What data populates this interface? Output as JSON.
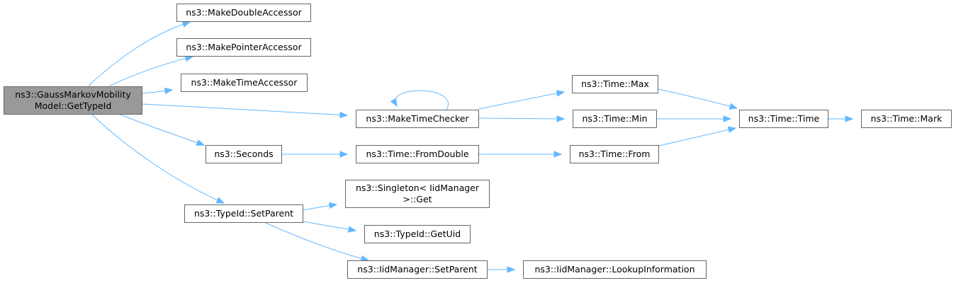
{
  "nodes": [
    {
      "id": "root",
      "label": "ns3::GaussMarkovMobility\nModel::GetTypeId",
      "root": true
    },
    {
      "id": "makeDouble",
      "label": "ns3::MakeDoubleAccessor"
    },
    {
      "id": "makePointer",
      "label": "ns3::MakePointerAccessor"
    },
    {
      "id": "makeTime",
      "label": "ns3::MakeTimeAccessor"
    },
    {
      "id": "makeTimeChecker",
      "label": "ns3::MakeTimeChecker"
    },
    {
      "id": "seconds",
      "label": "ns3::Seconds"
    },
    {
      "id": "setParentT",
      "label": "ns3::TypeId::SetParent"
    },
    {
      "id": "timeMax",
      "label": "ns3::Time::Max"
    },
    {
      "id": "timeMin",
      "label": "ns3::Time::Min"
    },
    {
      "id": "fromDouble",
      "label": "ns3::Time::FromDouble"
    },
    {
      "id": "timeFrom",
      "label": "ns3::Time::From"
    },
    {
      "id": "timeTime",
      "label": "ns3::Time::Time"
    },
    {
      "id": "timeMark",
      "label": "ns3::Time::Mark"
    },
    {
      "id": "singletonGet",
      "label": "ns3::Singleton< IidManager\n>::Get"
    },
    {
      "id": "getUid",
      "label": "ns3::TypeId::GetUid"
    },
    {
      "id": "iidSetParent",
      "label": "ns3::IidManager::SetParent"
    },
    {
      "id": "lookupInfo",
      "label": "ns3::IidManager::LookupInformation"
    }
  ],
  "edges": [
    [
      "root",
      "makeDouble"
    ],
    [
      "root",
      "makePointer"
    ],
    [
      "root",
      "makeTime"
    ],
    [
      "root",
      "makeTimeChecker"
    ],
    [
      "root",
      "seconds"
    ],
    [
      "root",
      "setParentT"
    ],
    [
      "makeTimeChecker",
      "makeTimeChecker"
    ],
    [
      "makeTimeChecker",
      "timeMax"
    ],
    [
      "makeTimeChecker",
      "timeMin"
    ],
    [
      "seconds",
      "fromDouble"
    ],
    [
      "fromDouble",
      "timeFrom"
    ],
    [
      "timeMax",
      "timeTime"
    ],
    [
      "timeMin",
      "timeTime"
    ],
    [
      "timeFrom",
      "timeTime"
    ],
    [
      "timeTime",
      "timeMark"
    ],
    [
      "setParentT",
      "singletonGet"
    ],
    [
      "setParentT",
      "getUid"
    ],
    [
      "setParentT",
      "iidSetParent"
    ],
    [
      "iidSetParent",
      "lookupInfo"
    ]
  ],
  "colors": {
    "edge": "#63b8ff",
    "border": "#666666",
    "root_fill": "#999999",
    "node_fill": "#ffffff"
  }
}
